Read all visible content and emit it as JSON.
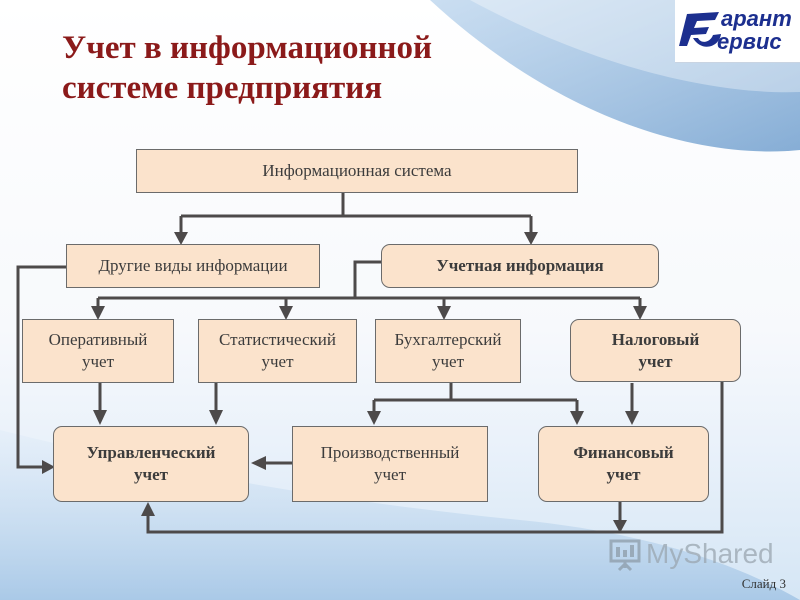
{
  "title": {
    "line1": "Учет в информационной",
    "line2": "системе предприятия"
  },
  "logo": {
    "line1": "арант",
    "line2": "ервис",
    "icon": "garant-service-logo"
  },
  "diagram": {
    "info_system": "Информационная система",
    "other_info": "Другие виды информации",
    "accounting_info": "Учетная информация",
    "operational": [
      "Оперативный",
      "учет"
    ],
    "statistical": [
      "Статистический",
      "учет"
    ],
    "bookkeeping": [
      "Бухгалтерский",
      "учет"
    ],
    "tax": [
      "Налоговый",
      "учет"
    ],
    "managerial": [
      "Управленческий",
      "учет"
    ],
    "production": [
      "Производственный",
      "учет"
    ],
    "financial": [
      "Финансовый",
      "учет"
    ]
  },
  "watermark": {
    "text": "MyShared",
    "icon": "presentation-screen-icon"
  },
  "slide_number": "Слайд 3",
  "colors": {
    "title": "#8b1a1a",
    "node_fill": "#fbe3cc",
    "connector": "#4d4a4a",
    "logo": "#1c2f8f"
  }
}
